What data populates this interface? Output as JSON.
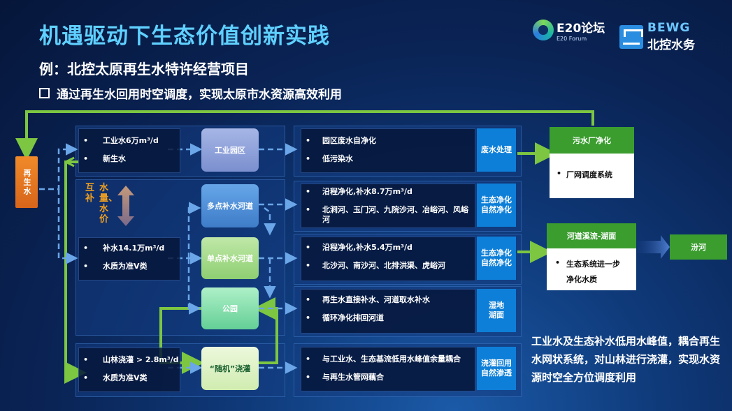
{
  "header": {
    "title": "机遇驱动下生态价值创新实践",
    "subtitle": "例：北控太原再生水特许经营项目",
    "bullet": "通过再生水回用时空调度，实现太原市水资源高效利用"
  },
  "logos": {
    "e20_name": "E20论坛",
    "e20_sub": "E20 Forum",
    "bewg_en": "BEWG",
    "bewg_cn": "北控水务"
  },
  "source": {
    "label": "再生水"
  },
  "sources": [
    {
      "items": [
        "工业水6万m³/d",
        "新生水"
      ]
    },
    {
      "items": [
        "补水14.1万m³/d",
        "水质为准V类"
      ]
    },
    {
      "items": [
        "山林浇灌 > 2.8m³/d",
        "水质为准V类"
      ]
    }
  ],
  "complement": {
    "side": "互补",
    "main": "水量、水价"
  },
  "nodes": {
    "industrial_park": "工业园区",
    "multi_point": "多点补水河道",
    "single_point": "单点补水河道",
    "park": "公园",
    "random_irrigation": "“随机”浇灌"
  },
  "outcomes": [
    {
      "items": [
        "园区废水自净化",
        "低污染水"
      ],
      "tag": "废水处理"
    },
    {
      "items": [
        "沿程净化,补水8.7万m³/d",
        "北涧河、玉门河、九院沙河、冶峪河、风峪河"
      ],
      "tag": "生态净化\n自然净化"
    },
    {
      "items": [
        "沿程净化,补水5.4万m³/d",
        "北沙河、南沙河、北排洪渠、虎峪河"
      ],
      "tag": "生态净化\n自然净化"
    },
    {
      "items": [
        "再生水直接补水、河道取水补水",
        "循环净化排回河道"
      ],
      "tag": "湿地\n湖面"
    },
    {
      "items": [
        "与工业水、生态基流低用水峰值余量耦合",
        "与再生水管网藕合"
      ],
      "tag": "浇灌回用\n自然渗透"
    }
  ],
  "right": {
    "sewage_plant": "污水厂净化",
    "sewage_detail": "厂网调度系统",
    "river_lake": "河道溪流-湖面",
    "river_detail": [
      "生态系统进一步",
      "净化水质"
    ],
    "fen_river": "汾河"
  },
  "note": "工业水及生态补水低用水峰值，耦合再生水网状系统，对山林进行浇灌，实现水资源时空全方位调度利用"
}
